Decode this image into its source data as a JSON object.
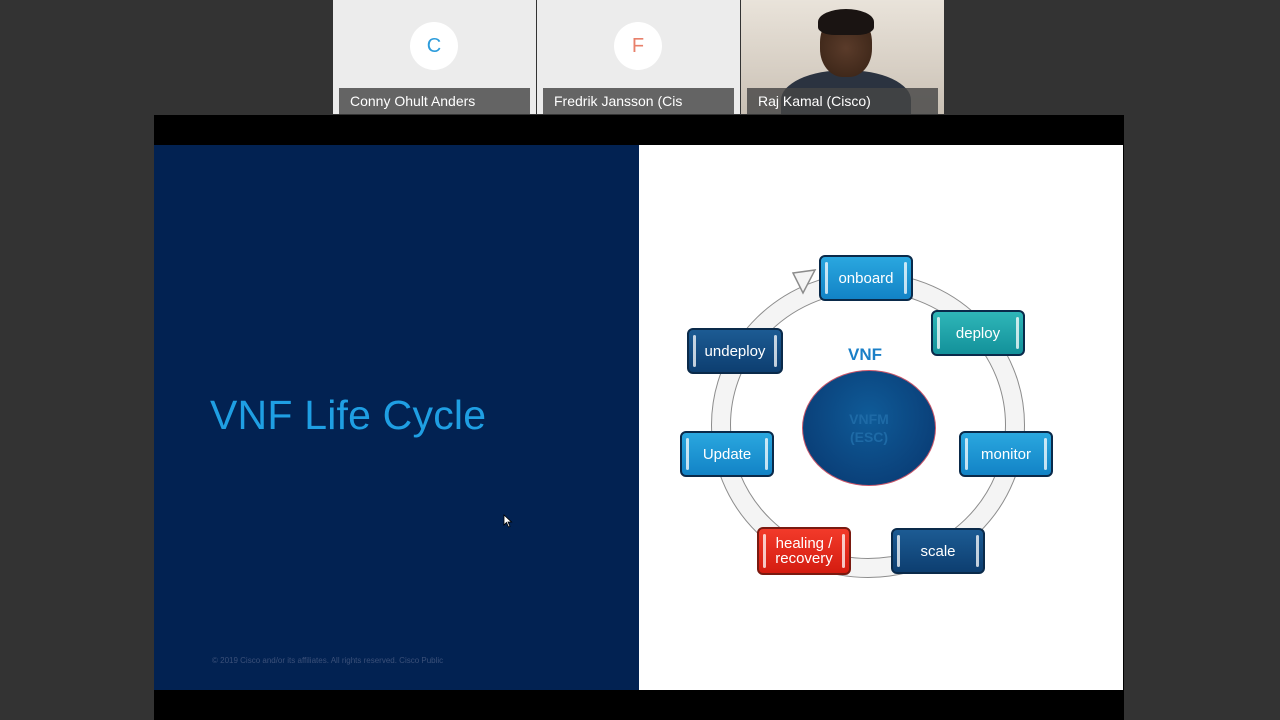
{
  "participants": [
    {
      "initial": "C",
      "name": "Conny Ohult Anders",
      "initial_color": "#2d9cdb",
      "has_video": false
    },
    {
      "initial": "F",
      "name": "Fredrik Jansson (Cis",
      "initial_color": "#e8806b",
      "has_video": false
    },
    {
      "initial": "",
      "name": "Raj Kamal (Cisco)",
      "has_video": true
    }
  ],
  "slide": {
    "title": "VNF Life Cycle",
    "footer": "© 2019  Cisco and/or its affiliates. All rights reserved.    Cisco Public",
    "center_label": "VNF",
    "center_line1": "VNFM",
    "center_line2": "(ESC)",
    "stages": {
      "onboard": "onboard",
      "deploy": "deploy",
      "monitor": "monitor",
      "scale": "scale",
      "healing_1": "healing /",
      "healing_2": "recovery",
      "update": "Update",
      "undeploy": "undeploy"
    }
  },
  "colors": {
    "slide_dark": "#022252",
    "title": "#1f9fe3",
    "box_light": "#1a95d5",
    "box_teal": "#1ea5aa",
    "box_navy": "#124a80",
    "box_red": "#e52b1d"
  }
}
